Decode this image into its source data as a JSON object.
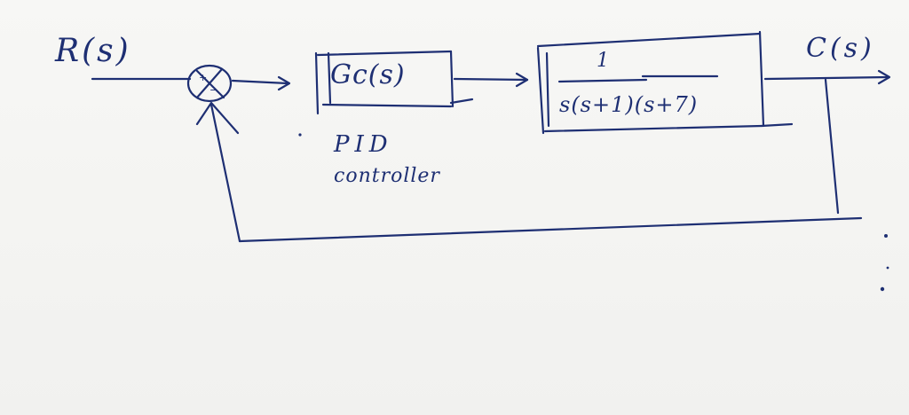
{
  "diagram": {
    "input_label": "R(s)",
    "output_label": "C(s)",
    "summing_junction": {
      "plus_sign": "+",
      "minus_sign": "−"
    },
    "controller_block": {
      "transfer_function": "Gc(s)",
      "caption_line1": "PID",
      "caption_line2": "controller"
    },
    "plant_block": {
      "numerator": "1",
      "denominator": "s(s+1)(s+7)"
    }
  }
}
